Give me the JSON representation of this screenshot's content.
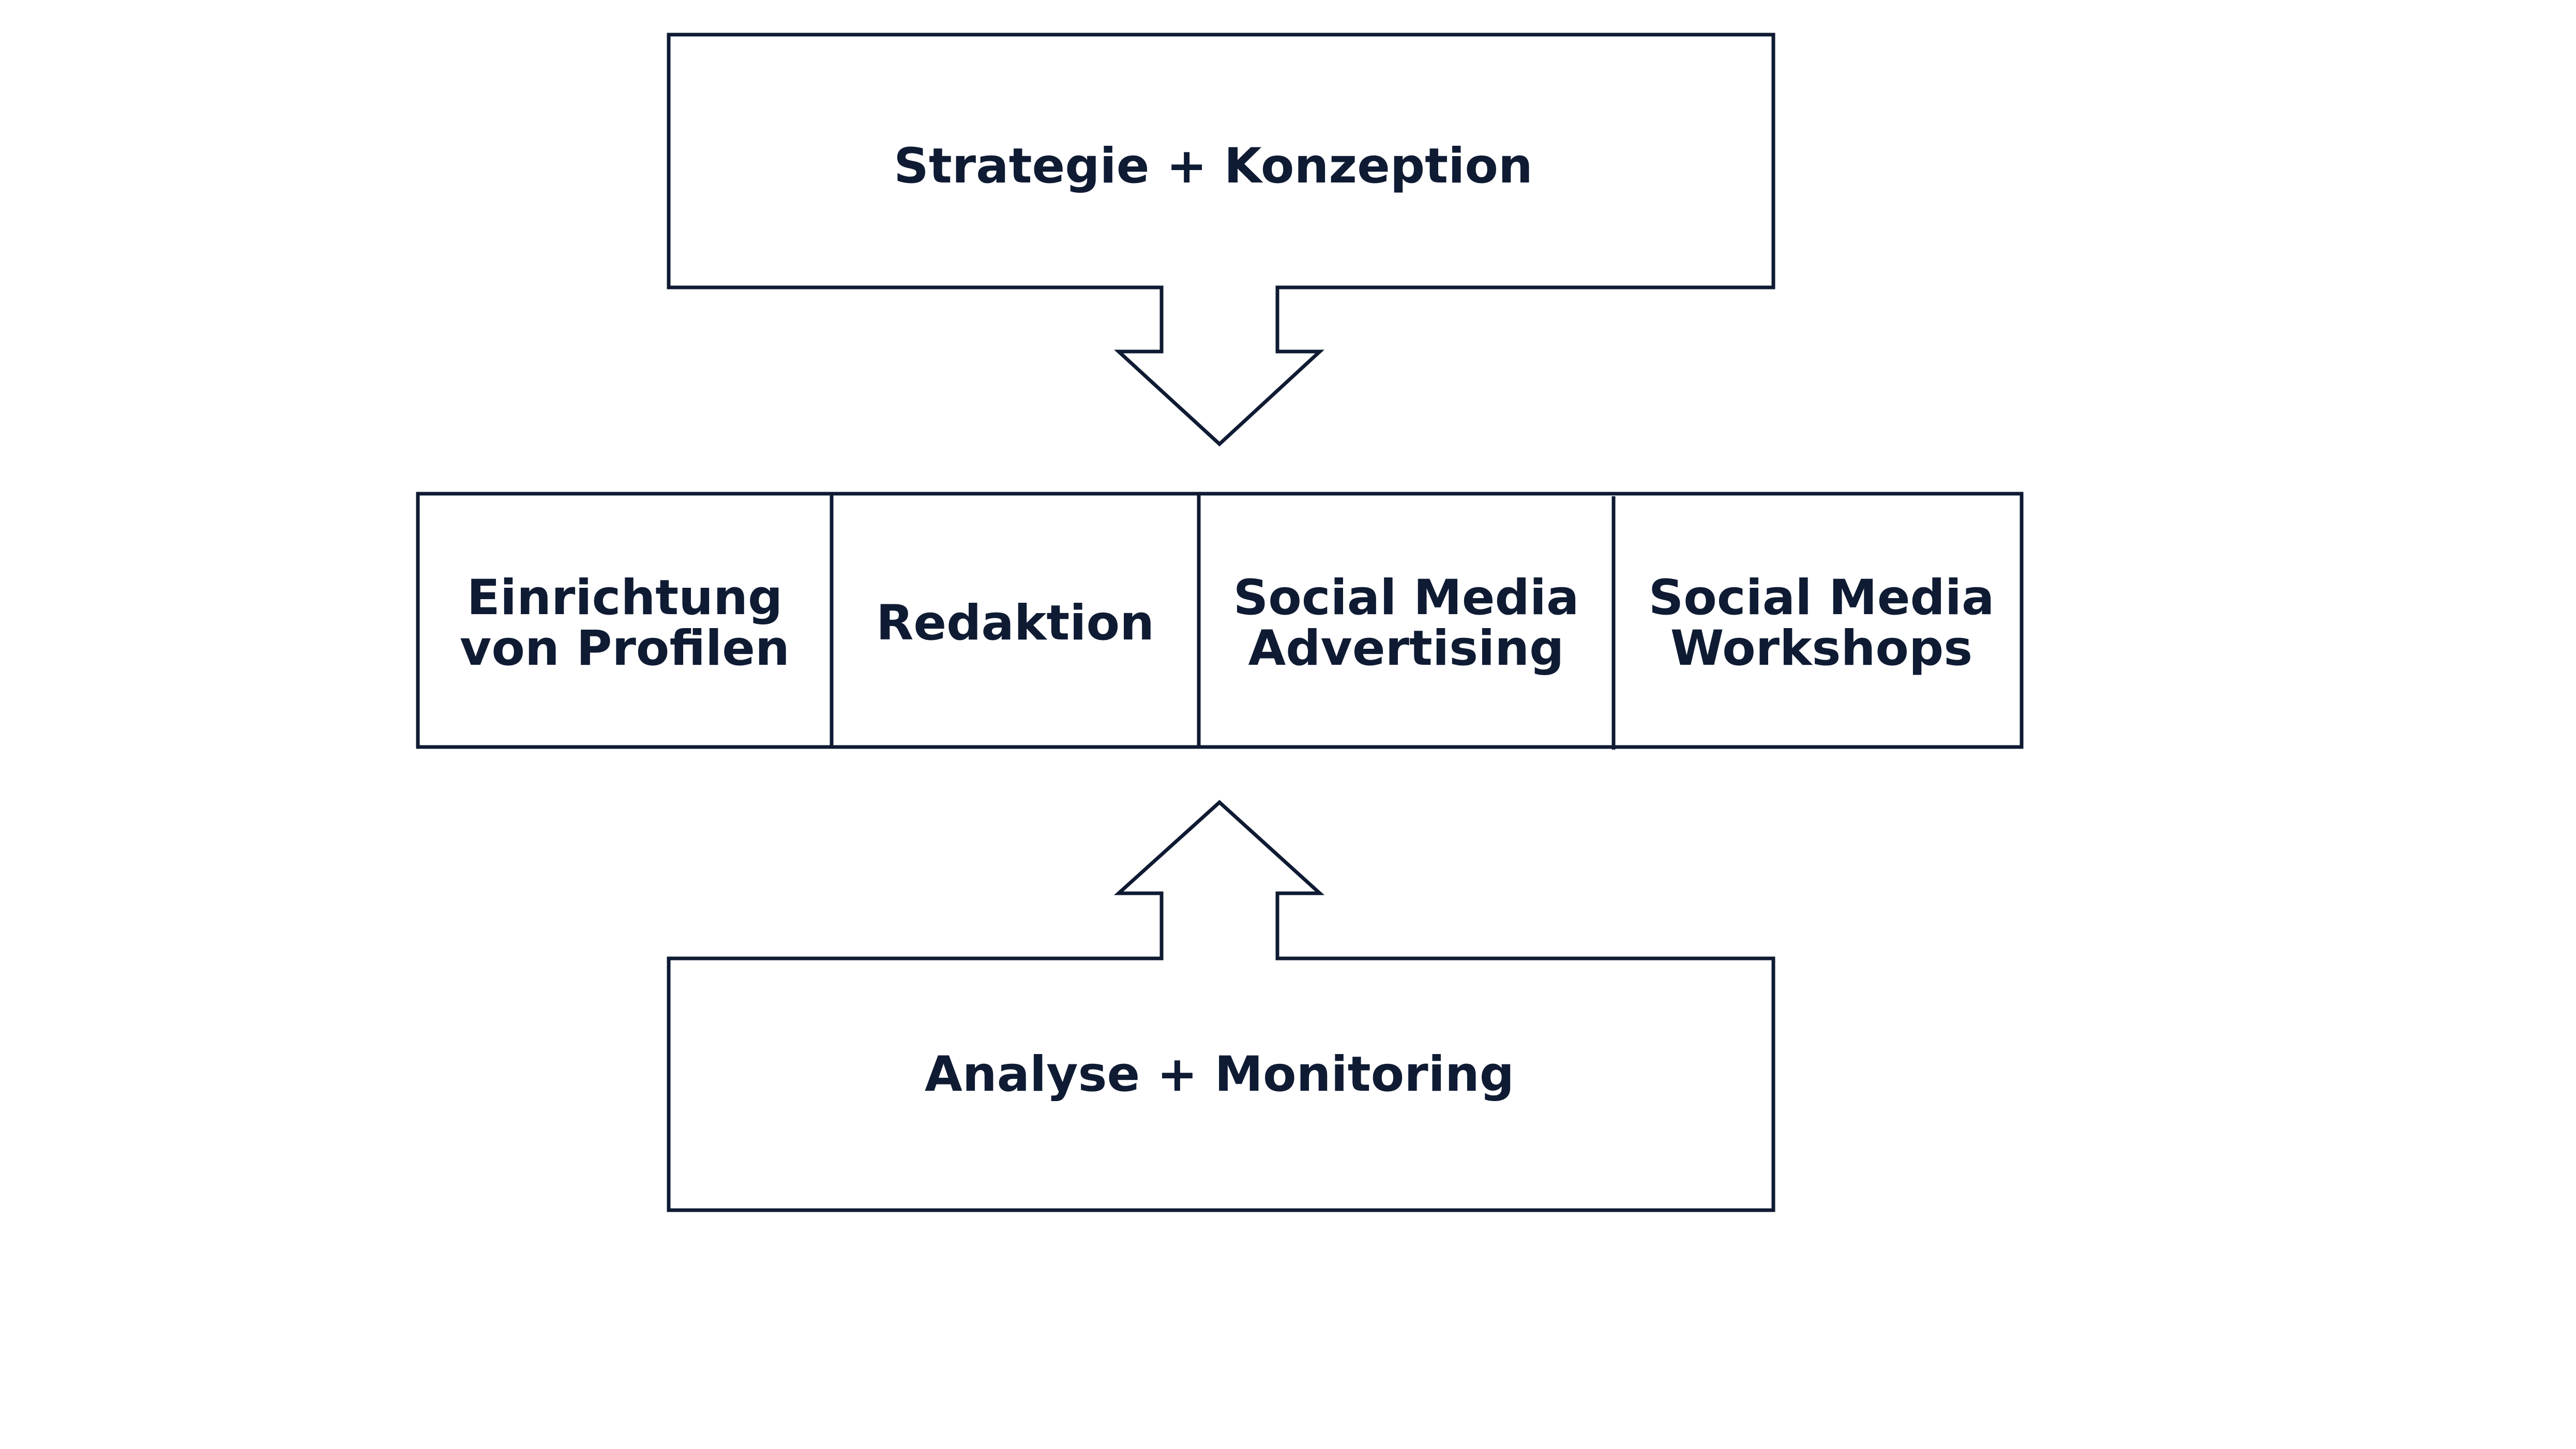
{
  "colors": {
    "stroke": "#0f1b33",
    "text": "#0f1b33",
    "background": "#ffffff"
  },
  "top_box": {
    "label": "Strategie + Konzeption"
  },
  "middle_row": {
    "cells": [
      {
        "line1": "Einrichtung",
        "line2": "von Profilen"
      },
      {
        "line1": "Redaktion",
        "line2": ""
      },
      {
        "line1": "Social Media",
        "line2": "Advertising"
      },
      {
        "line1": "Social Media",
        "line2": "Workshops"
      }
    ]
  },
  "bottom_box": {
    "label": "Analyse + Monitoring"
  }
}
